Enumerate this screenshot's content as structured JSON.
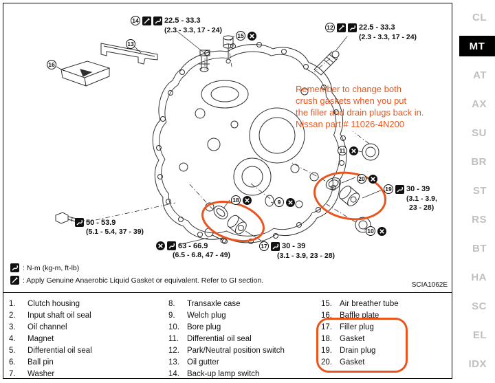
{
  "accent_color": "#e8551e",
  "sidebar": {
    "items": [
      "CL",
      "MT",
      "AT",
      "AX",
      "SU",
      "BR",
      "ST",
      "RS",
      "BT",
      "HA",
      "SC",
      "EL",
      "IDX"
    ],
    "active": "MT"
  },
  "diagram": {
    "figure_code": "SCIA1062E",
    "t14": {
      "num": "14",
      "value": "22.5 - 33.3",
      "sub": "(2.3 - 3.3, 17 - 24)"
    },
    "t12": {
      "num": "12",
      "value": "22.5 - 33.3",
      "sub": "(2.3 - 3.3, 17 - 24)"
    },
    "t19": {
      "num": "19",
      "value": "30 - 39",
      "sub1": "(3.1 - 3.9,",
      "sub2": "23 - 28)"
    },
    "t17": {
      "num": "17",
      "value": "30 - 39",
      "sub": "(3.1 - 3.9, 23 - 28)"
    },
    "t50": {
      "value": "50 - 53.9",
      "sub": "(5.1 - 5.4, 37 - 39)"
    },
    "t63": {
      "value": "63 - 66.9",
      "sub": "(6.5 - 6.8, 47 - 49)"
    },
    "c13": "13",
    "c16": "16",
    "c15": "15",
    "c11": "11",
    "c20": "20",
    "c18": "18",
    "c9": "9",
    "c10": "10",
    "note": {
      "lines": [
        "Remember to change both",
        "crush gaskets when you put",
        "the filler and drain plugs back in.",
        "Nissan part # 11026-4N200"
      ]
    },
    "legend": {
      "l1": ": N·m (kg-m, ft-lb)",
      "l2": ": Apply Genuine Anaerobic Liquid Gasket or equivalent. Refer to GI section."
    }
  },
  "parts": {
    "col1": [
      {
        "num": "1.",
        "name": "Clutch housing"
      },
      {
        "num": "2.",
        "name": "Input shaft oil seal"
      },
      {
        "num": "3.",
        "name": "Oil channel"
      },
      {
        "num": "4.",
        "name": "Magnet"
      },
      {
        "num": "5.",
        "name": "Differential oil seal"
      },
      {
        "num": "6.",
        "name": "Ball pin"
      },
      {
        "num": "7.",
        "name": "Washer"
      }
    ],
    "col2": [
      {
        "num": "8.",
        "name": "Transaxle case"
      },
      {
        "num": "9.",
        "name": "Welch plug"
      },
      {
        "num": "10.",
        "name": "Bore plug"
      },
      {
        "num": "11.",
        "name": "Differential oil seal"
      },
      {
        "num": "12.",
        "name": "Park/Neutral position switch"
      },
      {
        "num": "13.",
        "name": "Oil gutter"
      },
      {
        "num": "14.",
        "name": "Back-up lamp switch"
      }
    ],
    "col3": [
      {
        "num": "15.",
        "name": "Air breather tube"
      },
      {
        "num": "16.",
        "name": "Baffle plate"
      },
      {
        "num": "17.",
        "name": "Filler plug"
      },
      {
        "num": "18.",
        "name": "Gasket"
      },
      {
        "num": "19.",
        "name": "Drain plug"
      },
      {
        "num": "20.",
        "name": "Gasket"
      }
    ]
  }
}
